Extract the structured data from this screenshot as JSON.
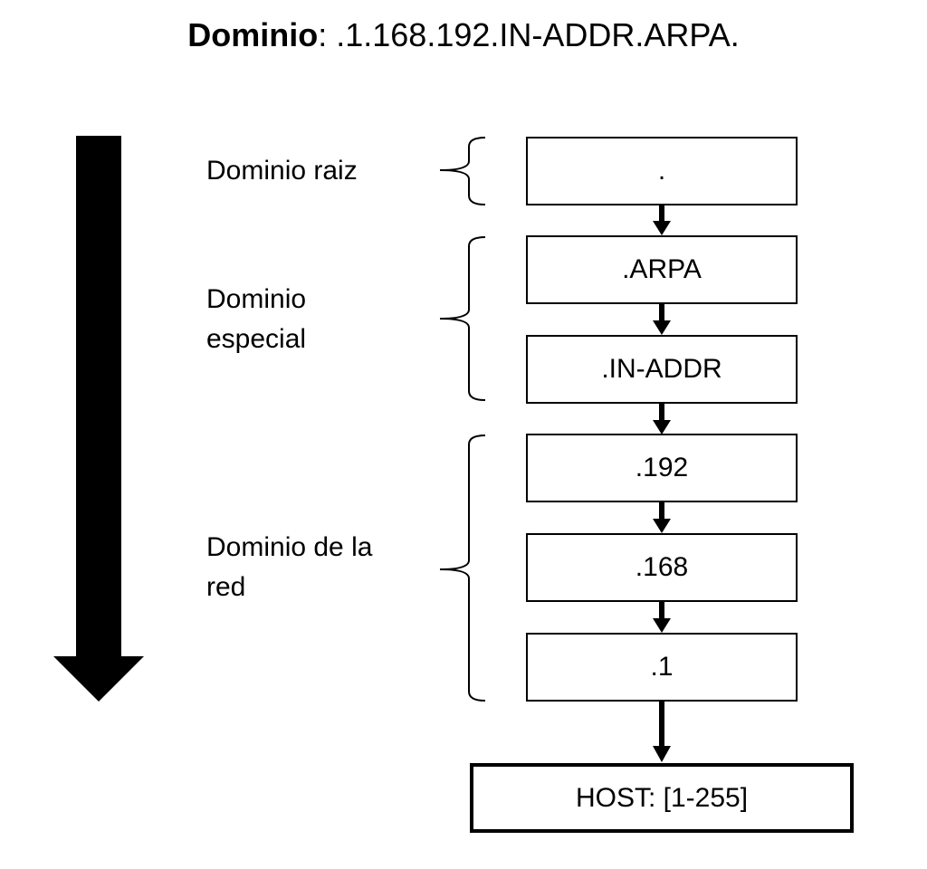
{
  "title": {
    "bold": "Dominio",
    "rest": ": .1.168.192.IN-ADDR.ARPA."
  },
  "groups": [
    {
      "label_lines": [
        "Dominio raiz"
      ]
    },
    {
      "label_lines": [
        "Dominio",
        "especial"
      ]
    },
    {
      "label_lines": [
        "Dominio de la",
        "red"
      ]
    }
  ],
  "nodes": [
    ".",
    ".ARPA",
    ".IN-ADDR",
    ".192",
    ".168",
    ".1"
  ],
  "host": "HOST: [1-255]"
}
